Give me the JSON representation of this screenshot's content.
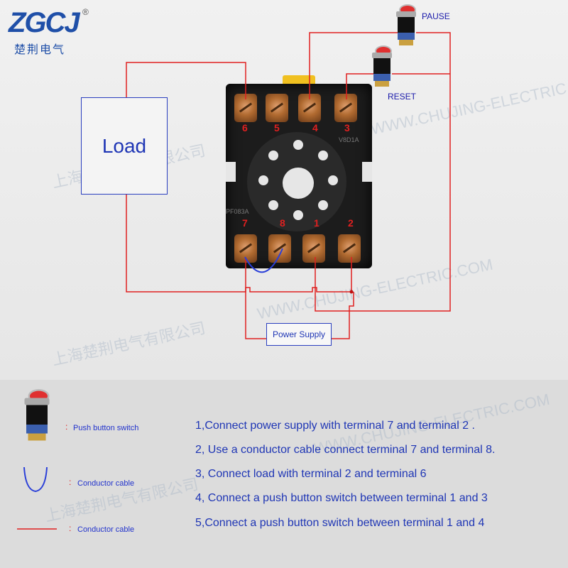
{
  "brand": {
    "logo_text": "ZGCJ",
    "registered": "®",
    "chinese_name": "楚荆电气",
    "colors": {
      "blue": "#1f4fa8",
      "red": "#e02020"
    }
  },
  "watermarks": [
    "上海楚荆电气有限公司",
    "WWW.CHUJING-ELECTRIC.COM"
  ],
  "diagram": {
    "load_label": "Load",
    "power_supply_label": "Power Supply",
    "pause_label": "PAUSE",
    "reset_label": "RESET",
    "terminals_top": [
      "6",
      "5",
      "4",
      "3"
    ],
    "terminals_bottom": [
      "7",
      "8",
      "1",
      "2"
    ],
    "socket_stamp_top": "V8D1A",
    "socket_stamp_bottom": "PF083A"
  },
  "legend": {
    "items": [
      {
        "icon": "push-button-switch-icon",
        "label": "Push button switch"
      },
      {
        "icon": "conductor-cable-curve-icon",
        "label": "Conductor cable"
      },
      {
        "icon": "conductor-cable-line-icon",
        "label": "Conductor cable"
      }
    ],
    "marker": ":"
  },
  "instructions": [
    "1,Connect power supply with terminal 7 and terminal 2 .",
    "2, Use a conductor cable connect terminal 7 and terminal 8.",
    "3, Connect load with terminal 2 and terminal 6",
    "4, Connect a push button switch between terminal 1 and 3",
    "5,Connect a push button switch between terminal 1 and 4"
  ]
}
